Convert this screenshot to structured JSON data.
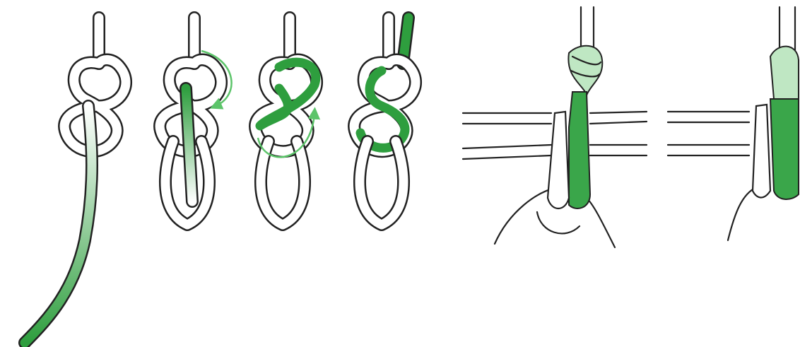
{
  "figure": {
    "title": "",
    "steps": [
      "figure-eight-loop",
      "threading-tail",
      "retracing-knot",
      "finished-knot",
      "tie-in-harness-front",
      "tie-in-harness-side"
    ]
  },
  "colors": {
    "rope_white": "#ffffff",
    "rope_green": "#2e9e3e",
    "rope_green_light": "#5cc46a",
    "outline": "#222222",
    "arrow": "#5cc46a"
  }
}
